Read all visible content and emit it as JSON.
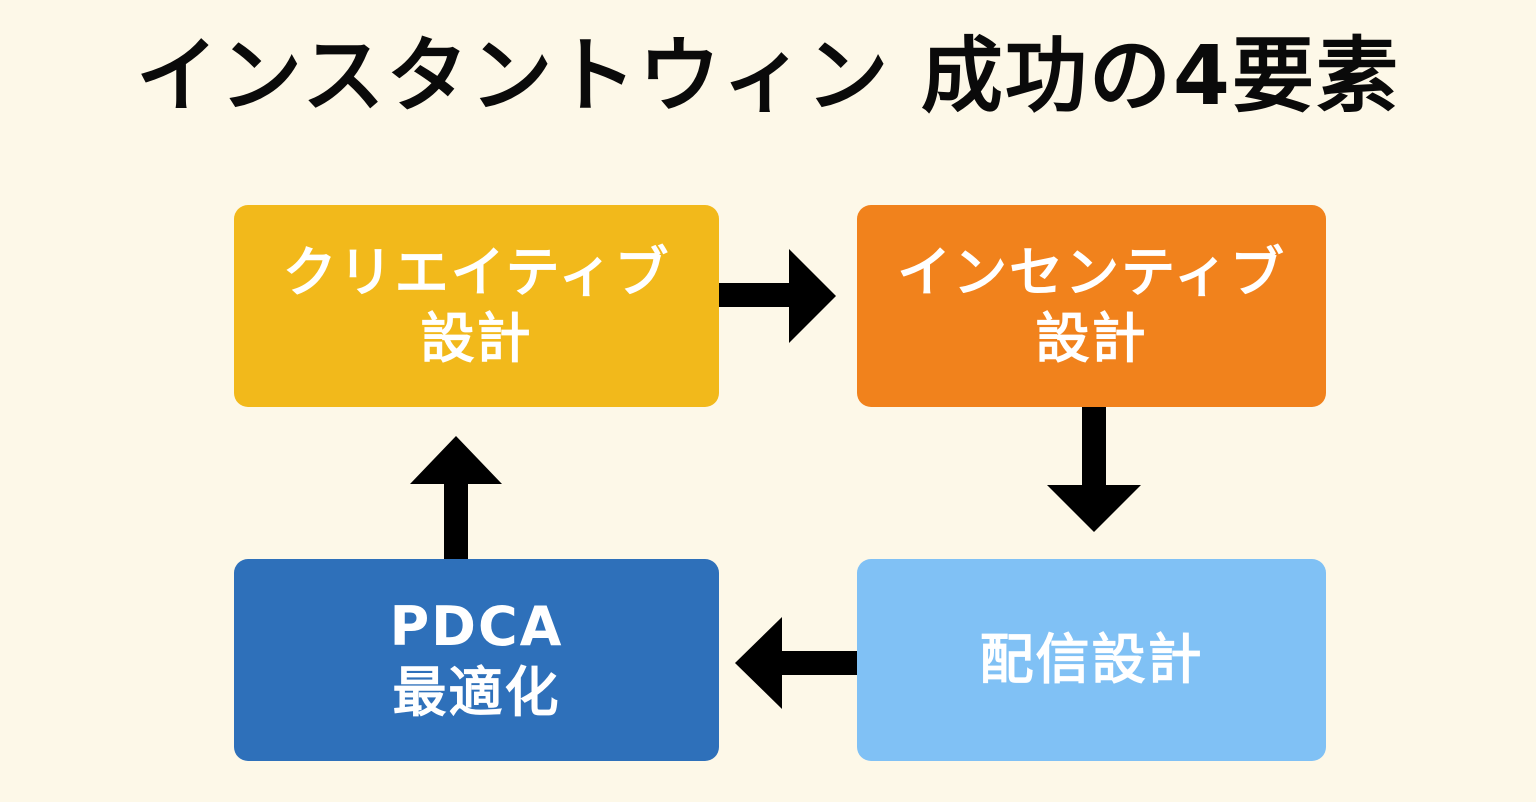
{
  "title": "インスタントウィン 成功の4要素",
  "colors": {
    "background": "#fdf8e8",
    "creative": "#f2b91b",
    "incentive": "#f1821c",
    "delivery": "#80c1f5",
    "pdca": "#2e70ba",
    "arrow": "#000000",
    "box_text": "#ffffff"
  },
  "boxes": {
    "creative": {
      "line1": "クリエイティブ",
      "line2": "設計"
    },
    "incentive": {
      "line1": "インセンティブ",
      "line2": "設計"
    },
    "delivery": {
      "line1": "配信設計"
    },
    "pdca": {
      "line1": "PDCA",
      "line2": "最適化"
    }
  },
  "flow": [
    {
      "from": "creative",
      "to": "incentive",
      "direction": "right"
    },
    {
      "from": "incentive",
      "to": "delivery",
      "direction": "down"
    },
    {
      "from": "delivery",
      "to": "pdca",
      "direction": "left"
    },
    {
      "from": "pdca",
      "to": "creative",
      "direction": "up"
    }
  ]
}
